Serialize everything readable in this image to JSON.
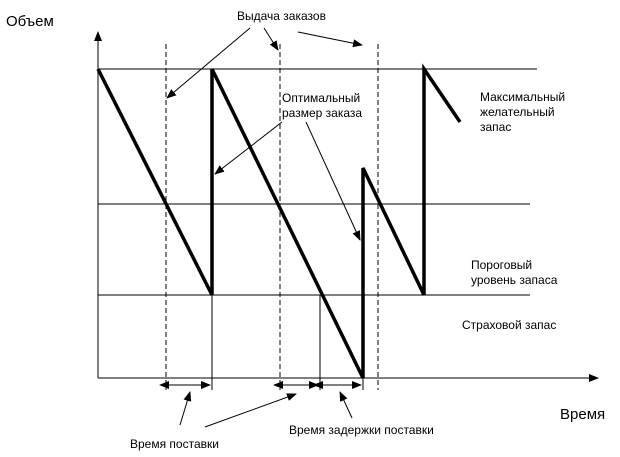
{
  "axes": {
    "y_label": "Объем",
    "x_label": "Время"
  },
  "annotations": {
    "order_issue": "Выдача заказов",
    "optimal_order_size": "Оптимальный размер заказа",
    "max_desired_stock": "Максимальный желательный запас",
    "threshold_level": "Пороговый уровень запаса",
    "safety_stock": "Страховой запас",
    "delivery_time": "Время поставки",
    "delivery_delay_time": "Время задержки поставки"
  },
  "colors": {
    "line": "#000000",
    "background": "#ffffff"
  }
}
